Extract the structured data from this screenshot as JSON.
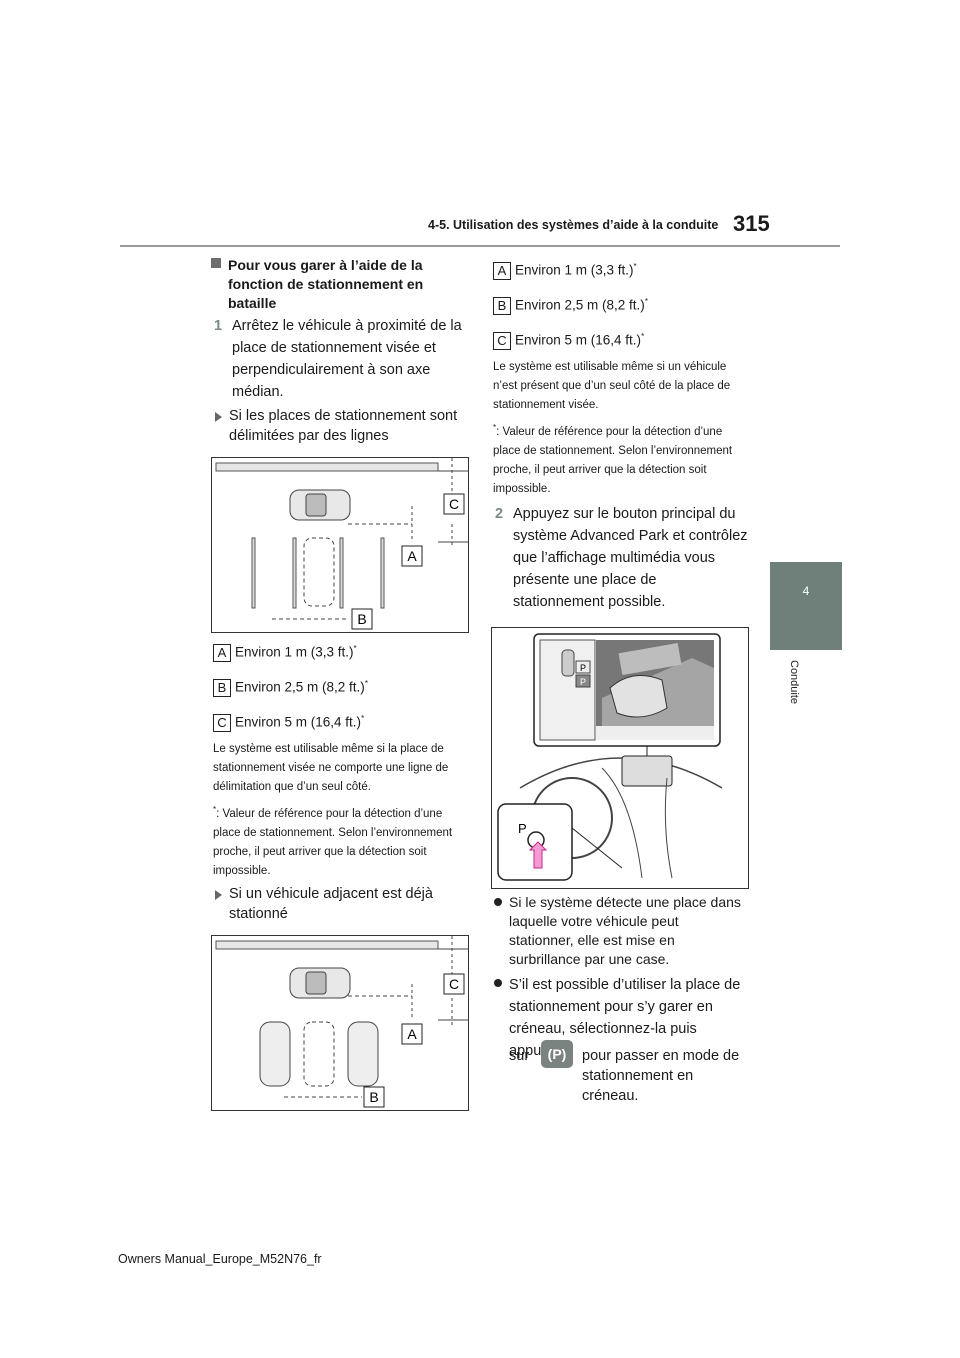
{
  "header": {
    "section": "4-5. Utilisation des systèmes d’aide à la conduite",
    "page": "315"
  },
  "side": {
    "chapter_number": "4",
    "chapter_name": "Conduite"
  },
  "left": {
    "heading": "Pour vous garer à l’aide de la fonction de stationnement en bataille",
    "step1_num": "1",
    "step1": "Arrêtez le véhicule à proximité de la place de stationnement visée et perpendiculairement à son axe médian.",
    "sub1": "Si les places de stationnement sont délimitées par des lignes",
    "labels1": [
      {
        "key": "A",
        "text": "Environ 1 m (3,3 ft.)"
      },
      {
        "key": "B",
        "text": "Environ 2,5 m (8,2 ft.)"
      },
      {
        "key": "C",
        "text": "Environ 5 m (16,4 ft.)"
      }
    ],
    "note1": "Le système est utilisable même si la place de stationnement visée ne comporte une ligne de délimitation que d’un seul côté.",
    "footnote1": ": Valeur de référence pour la détection d’une place de stationnement. Selon l’environnement proche, il peut arriver que la détection soit impossible.",
    "sub2": "Si un véhicule adjacent est déjà stationné"
  },
  "right": {
    "labels2": [
      {
        "key": "A",
        "text": "Environ 1 m (3,3 ft.)"
      },
      {
        "key": "B",
        "text": "Environ 2,5 m (8,2 ft.)"
      },
      {
        "key": "C",
        "text": "Environ 5 m (16,4 ft.)"
      }
    ],
    "note2": "Le système est utilisable même si un véhicule n’est présent que d’un seul côté de la place de stationnement visée.",
    "footnote2": ": Valeur de référence pour la détection d’une place de stationnement. Selon l’environnement proche, il peut arriver que la détection soit impossible.",
    "step2_num": "2",
    "step2": "Appuyez sur le bouton principal du système Advanced Park et contrôlez que l’affichage multimédia vous présente une place de stationnement possible.",
    "bullet1": "Si le système détecte une place dans laquelle votre véhicule peut stationner, elle est mise en surbrillance par une case.",
    "bullet2_a": "S’il est possible d’utiliser la place de stationnement pour s’y garer en créneau, sélectionnez-la puis appuyez",
    "bullet2_sur": "sur",
    "bullet2_b": "pour passer en mode de stationnement en créneau.",
    "button_glyph": "(P)"
  },
  "diagram_letters": {
    "a": "A",
    "b": "B",
    "c": "C",
    "p": "P"
  },
  "footnote_mark": "*",
  "footer": "Owners Manual_Europe_M52N76_fr"
}
